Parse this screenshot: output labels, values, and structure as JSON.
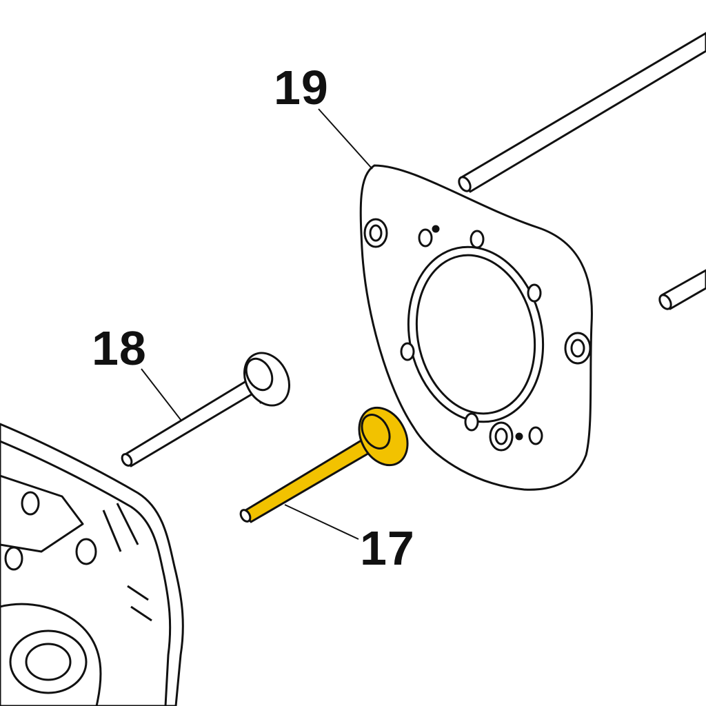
{
  "callouts": {
    "part_19": "19",
    "part_18": "18",
    "part_17": "17"
  },
  "colors": {
    "line": "#111111",
    "highlight": "#f2c200",
    "background": "#ffffff"
  }
}
